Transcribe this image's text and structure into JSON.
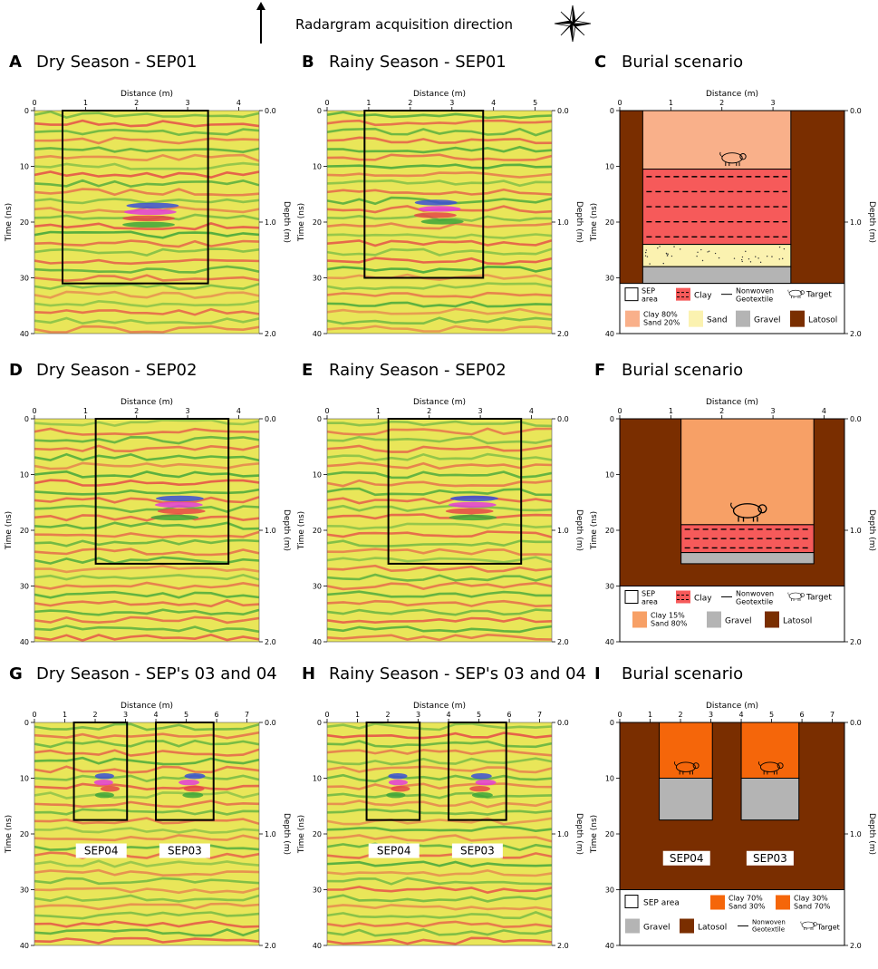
{
  "header": {
    "direction_label": "Radargram acquisition direction",
    "arrow_icon": "up-arrow-icon",
    "compass_icon": "compass-rose-icon"
  },
  "common": {
    "x_title": "Distance (m)",
    "y_left_title": "Time (ns)",
    "y_right_title": "Depth (m)",
    "time_ticks": [
      "0",
      "10",
      "20",
      "30",
      "40"
    ],
    "depth_ticks": [
      "0.0",
      "1.0",
      "2.0"
    ]
  },
  "panels": [
    {
      "id": "A",
      "letter": "A",
      "title": "Dry Season - SEP01",
      "kind": "radargram",
      "x_ticks": [
        "0",
        "1",
        "2",
        "3",
        "4"
      ],
      "x_max": 4.4,
      "boxes": [
        {
          "x0": 0.55,
          "x1": 3.4,
          "t0": 0,
          "t1": 31
        }
      ]
    },
    {
      "id": "B",
      "letter": "B",
      "title": "Rainy Season - SEP01",
      "kind": "radargram",
      "x_ticks": [
        "0",
        "1",
        "2",
        "3",
        "4",
        "5"
      ],
      "x_max": 5.4,
      "boxes": [
        {
          "x0": 0.9,
          "x1": 3.75,
          "t0": 0,
          "t1": 30
        }
      ]
    },
    {
      "id": "C",
      "letter": "C",
      "title": "Burial scenario",
      "kind": "scenario",
      "x_ticks": [
        "0",
        "1",
        "2",
        "3"
      ],
      "x_max": 4.4
    },
    {
      "id": "D",
      "letter": "D",
      "title": "Dry Season - SEP02",
      "kind": "radargram",
      "x_ticks": [
        "0",
        "1",
        "2",
        "3",
        "4"
      ],
      "x_max": 4.4,
      "boxes": [
        {
          "x0": 1.2,
          "x1": 3.8,
          "t0": 0,
          "t1": 26
        }
      ]
    },
    {
      "id": "E",
      "letter": "E",
      "title": "Rainy Season - SEP02",
      "kind": "radargram",
      "x_ticks": [
        "0",
        "1",
        "2",
        "3",
        "4"
      ],
      "x_max": 4.4,
      "boxes": [
        {
          "x0": 1.2,
          "x1": 3.8,
          "t0": 0,
          "t1": 26
        }
      ]
    },
    {
      "id": "F",
      "letter": "F",
      "title": "Burial scenario",
      "kind": "scenario",
      "x_ticks": [
        "0",
        "1",
        "2",
        "3",
        "4"
      ],
      "x_max": 4.4
    },
    {
      "id": "G",
      "letter": "G",
      "title": "Dry Season - SEP's 03 and 04",
      "kind": "radargram",
      "x_ticks": [
        "0",
        "1",
        "2",
        "3",
        "4",
        "5",
        "6",
        "7"
      ],
      "x_max": 7.4,
      "boxes": [
        {
          "x0": 1.3,
          "x1": 3.05,
          "t0": 0,
          "t1": 17.5
        },
        {
          "x0": 4.0,
          "x1": 5.9,
          "t0": 0,
          "t1": 17.5
        }
      ]
    },
    {
      "id": "H",
      "letter": "H",
      "title": "Rainy Season - SEP's 03 and 04",
      "kind": "radargram",
      "x_ticks": [
        "0",
        "1",
        "2",
        "3",
        "4",
        "5",
        "6",
        "7"
      ],
      "x_max": 7.4,
      "boxes": [
        {
          "x0": 1.3,
          "x1": 3.05,
          "t0": 0,
          "t1": 17.5
        },
        {
          "x0": 4.0,
          "x1": 5.9,
          "t0": 0,
          "t1": 17.5
        }
      ]
    },
    {
      "id": "I",
      "letter": "I",
      "title": "Burial scenario",
      "kind": "scenario",
      "x_ticks": [
        "0",
        "1",
        "2",
        "3",
        "4",
        "5",
        "6",
        "7"
      ],
      "x_max": 7.4
    }
  ],
  "sep_labels": {
    "sep03": "SEP03",
    "sep04": "SEP04"
  },
  "legend_common": {
    "sep_area": "SEP area",
    "sep_area_two": [
      "SEP",
      "area"
    ],
    "clay": "Clay",
    "geotextile": [
      "Nonwoven",
      "Geotextile"
    ],
    "target": "Target",
    "sand": "Sand",
    "gravel": "Gravel",
    "latosol": "Latosol"
  },
  "legend_C": {
    "mix": [
      "Clay 80%",
      "Sand 20%"
    ]
  },
  "legend_F": {
    "mix": [
      "Clay 15%",
      "Sand 80%"
    ]
  },
  "legend_I": {
    "mix1": [
      "Clay 70%",
      "Sand 30%"
    ],
    "mix2": [
      "Clay 30%",
      "Sand 70%"
    ]
  },
  "colors": {
    "latosol": "#7a2e00",
    "clay80": "#f9b08a",
    "clay15": "#f7a066",
    "clay70": "#f5660a",
    "clay_layer": "#f65a5a",
    "sand": "#fbf2b0",
    "gravel": "#b4b4b4",
    "radar_bg": "#e9e659",
    "radar_green": "#3ea53a",
    "radar_red": "#e54747",
    "radar_blue": "#3a4fd6",
    "radar_magenta": "#e33cd8"
  }
}
